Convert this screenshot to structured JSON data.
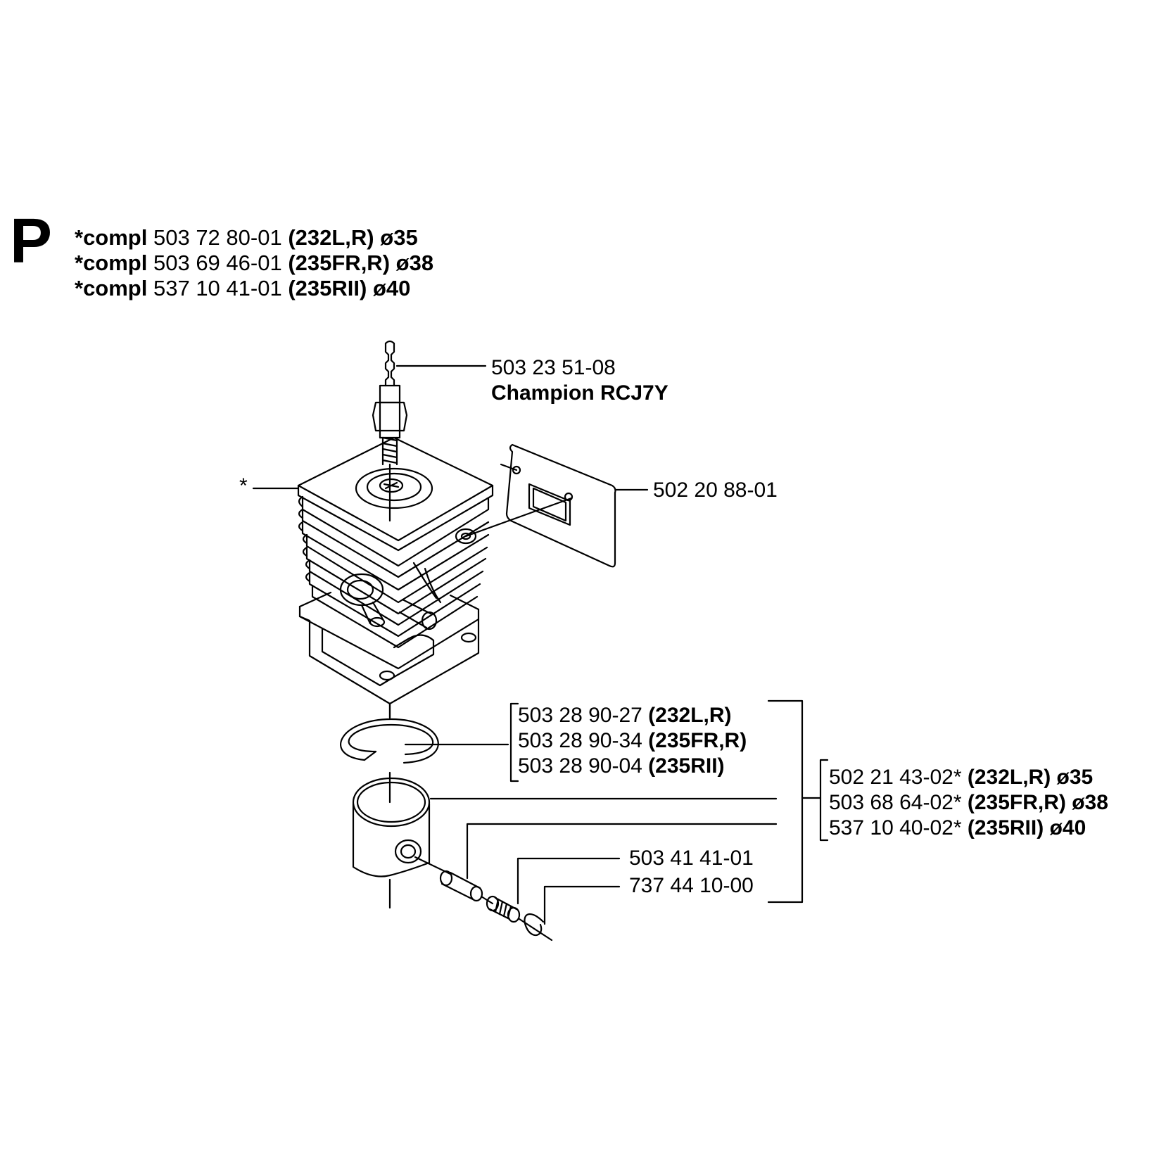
{
  "section": {
    "letter": "P"
  },
  "kits": [
    {
      "prefix": "*compl",
      "part_no": "503 72 80-01",
      "model": "(232L,R)",
      "bore": "ø35"
    },
    {
      "prefix": "*compl",
      "part_no": "503 69 46-01",
      "model": "(235FR,R)",
      "bore": "ø38"
    },
    {
      "prefix": "*compl",
      "part_no": "537 10 41-01",
      "model": "(235RII)",
      "bore": "ø40"
    }
  ],
  "spark_plug": {
    "part_no": "503 23 51-08",
    "name": "Champion RCJ7Y"
  },
  "cylinder": {
    "marker": "*"
  },
  "gasket": {
    "part_no": "502 20 88-01"
  },
  "rings": [
    {
      "part_no": "503 28 90-27",
      "model": "(232L,R)"
    },
    {
      "part_no": "503 28 90-34",
      "model": "(235FR,R)"
    },
    {
      "part_no": "503 28 90-04",
      "model": "(235RII)"
    }
  ],
  "pistons": [
    {
      "part_no": "502 21 43-02*",
      "model": "(232L,R)",
      "bore": "ø35"
    },
    {
      "part_no": "503 68 64-02*",
      "model": "(235FR,R)",
      "bore": "ø38"
    },
    {
      "part_no": "537 10 40-02*",
      "model": "(235RII)",
      "bore": "ø40"
    }
  ],
  "needle_bearing": {
    "part_no": "503 41 41-01"
  },
  "circlip": {
    "part_no": "737 44 10-00"
  }
}
